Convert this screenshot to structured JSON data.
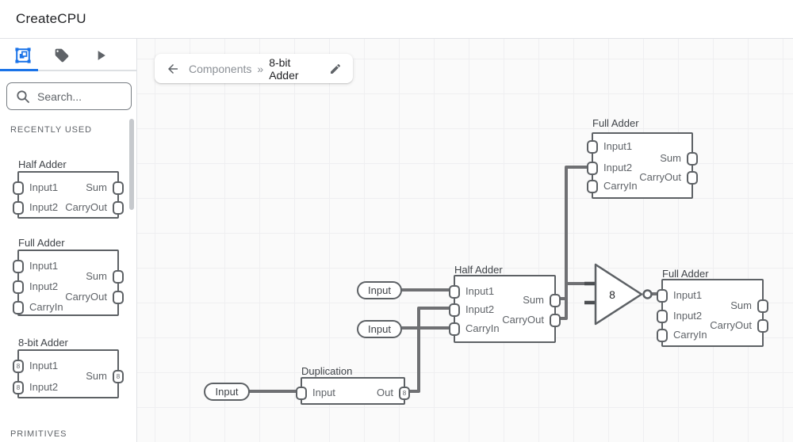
{
  "app": {
    "title": "CreateCPU"
  },
  "colors": {
    "accent": "#1a73e8",
    "wire": "#6f7073",
    "component_border": "#5d6165",
    "canvas_bg": "#fafafa"
  },
  "sidebar": {
    "tabs": [
      {
        "name": "components",
        "icon": "selection-frame-icon",
        "active": true
      },
      {
        "name": "tags",
        "icon": "tag-icon",
        "active": false
      },
      {
        "name": "run",
        "icon": "play-icon",
        "active": false
      }
    ],
    "search": {
      "placeholder": "Search..."
    },
    "sections": {
      "recently_used": "RECENTLY USED",
      "primitives": "PRIMITIVES"
    },
    "components": [
      {
        "title": "Half Adder",
        "left_ports": [
          {
            "label": "Input1"
          },
          {
            "label": "Input2"
          }
        ],
        "right_ports": [
          {
            "label": "Sum"
          },
          {
            "label": "CarryOut"
          }
        ]
      },
      {
        "title": "Full Adder",
        "left_ports": [
          {
            "label": "Input1"
          },
          {
            "label": "Input2"
          },
          {
            "label": "CarryIn"
          }
        ],
        "right_ports": [
          {
            "label": "Sum"
          },
          {
            "label": "CarryOut"
          }
        ]
      },
      {
        "title": "8-bit Adder",
        "left_ports": [
          {
            "label": "Input1",
            "width": "8"
          },
          {
            "label": "Input2",
            "width": "8"
          }
        ],
        "right_ports": [
          {
            "label": "Sum",
            "width": "8"
          }
        ]
      }
    ]
  },
  "breadcrumb": {
    "back_icon": "arrow-left-icon",
    "parent": "Components",
    "separator": "»",
    "current": "8-bit Adder",
    "edit_icon": "pencil-icon"
  },
  "canvas": {
    "nodes": [
      {
        "title": "Full Adder",
        "left_ports": [
          {
            "label": "Input1"
          },
          {
            "label": "Input2"
          },
          {
            "label": "CarryIn"
          }
        ],
        "right_ports": [
          {
            "label": "Sum"
          },
          {
            "label": "CarryOut"
          }
        ]
      },
      {
        "title": "Half Adder",
        "left_ports": [
          {
            "label": "Input1"
          },
          {
            "label": "Input2"
          },
          {
            "label": "CarryIn"
          }
        ],
        "right_ports": [
          {
            "label": "Sum"
          },
          {
            "label": "CarryOut"
          }
        ]
      },
      {
        "title": "Full Adder",
        "left_ports": [
          {
            "label": "Input1"
          },
          {
            "label": "Input2"
          },
          {
            "label": "CarryIn"
          }
        ],
        "right_ports": [
          {
            "label": "Sum"
          },
          {
            "label": "CarryOut"
          }
        ]
      },
      {
        "title": "Duplication",
        "left_ports": [
          {
            "label": "Input"
          }
        ],
        "right_ports": [
          {
            "label": "Out",
            "width": "8"
          }
        ]
      }
    ],
    "inputs": [
      {
        "label": "Input"
      },
      {
        "label": "Input"
      },
      {
        "label": "Input"
      }
    ],
    "gate": {
      "label": "8"
    }
  }
}
